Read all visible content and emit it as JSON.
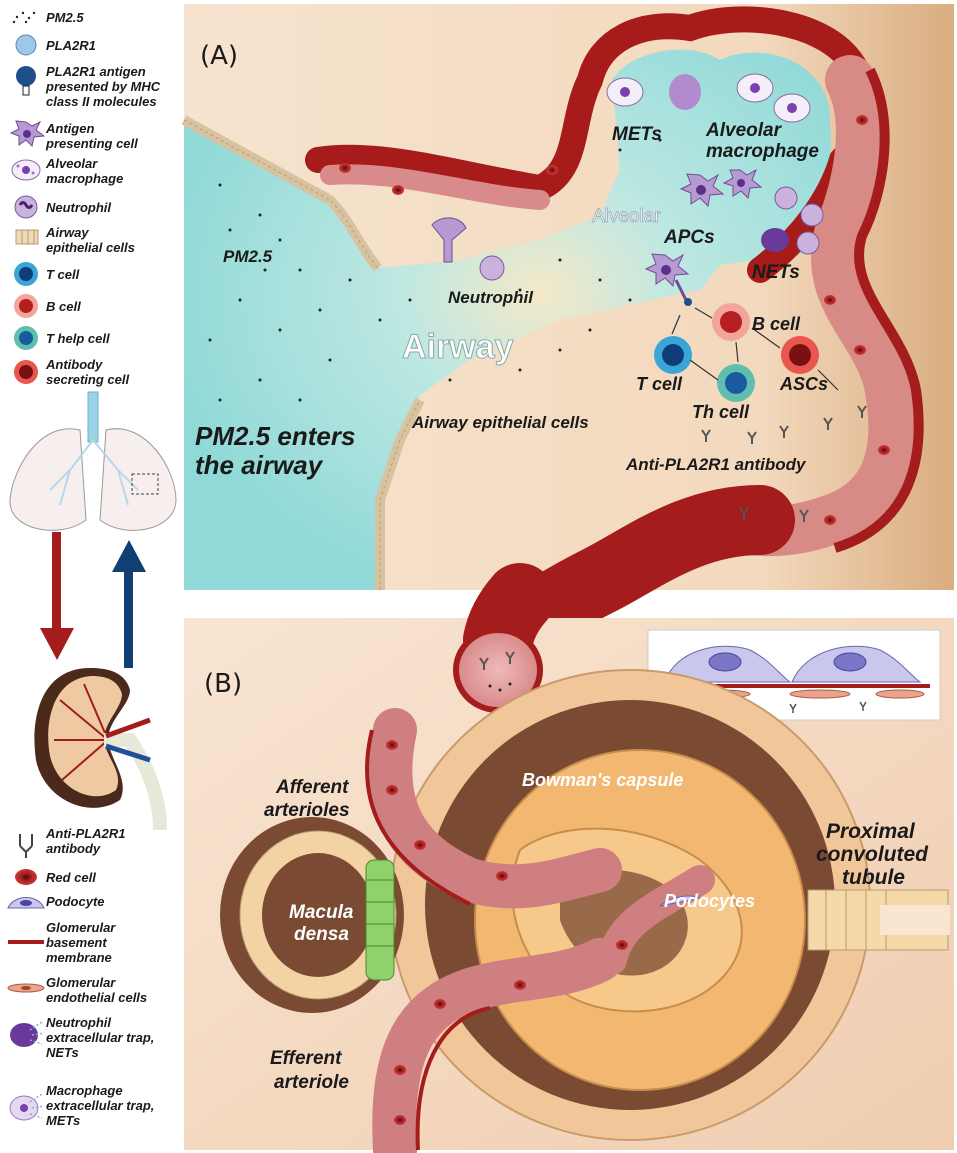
{
  "legend": {
    "items": [
      {
        "label": "PM2.5",
        "icon": "pm25-dots-icon"
      },
      {
        "label": "PLA2R1",
        "icon": "pla2r1-circle-icon"
      },
      {
        "label": "PLA2R1 antigen",
        "label2": "presented by MHC",
        "label3": "class II molecules",
        "icon": "mhc-antigen-icon"
      },
      {
        "label": "Antigen",
        "label2": "presenting cell",
        "icon": "apc-icon"
      },
      {
        "label": "Alveolar",
        "label2": "macrophage",
        "icon": "macrophage-icon"
      },
      {
        "label": "Neutrophil",
        "icon": "neutrophil-icon"
      },
      {
        "label": "Airway",
        "label2": "epithelial cells",
        "icon": "epithelial-icon"
      },
      {
        "label": "T cell",
        "icon": "t-cell-icon"
      },
      {
        "label": "B cell",
        "icon": "b-cell-icon"
      },
      {
        "label": "T help cell",
        "icon": "t-help-cell-icon"
      },
      {
        "label": "Antibody",
        "label2": "secreting cell",
        "icon": "asc-icon"
      }
    ],
    "items_bottom": [
      {
        "label": "Anti-PLA2R1",
        "label2": "antibody",
        "icon": "antibody-icon"
      },
      {
        "label": "Red cell",
        "icon": "red-cell-icon"
      },
      {
        "label": "Podocyte",
        "icon": "podocyte-icon"
      },
      {
        "label": "Glomerular",
        "label2": "basement",
        "label3": "membrane",
        "icon": "gbm-line-icon"
      },
      {
        "label": "Glomerular",
        "label2": "endothelial cells",
        "icon": "endothelial-icon"
      },
      {
        "label": "Neutrophil",
        "label2": "extracellular trap,",
        "label3": "NETs",
        "icon": "nets-icon"
      },
      {
        "label": "Macrophage",
        "label2": "extracellular trap,",
        "label3": "METs",
        "icon": "mets-icon"
      }
    ]
  },
  "panel_a": {
    "tag": "(A)",
    "labels": {
      "pm25": "PM2.5",
      "neutrophil": "Neutrophil",
      "airway": "Airway",
      "pm25_enters_1": "PM2.5 enters",
      "pm25_enters_2": "the airway",
      "airway_epithelial": "Airway epithelial cells",
      "mets": "METs",
      "alveolar_macrophage_1": "Alveolar",
      "alveolar_macrophage_2": "macrophage",
      "alveolar": "Alveolar",
      "apcs": "APCs",
      "nets": "NETs",
      "b_cell": "B cell",
      "t_cell": "T cell",
      "th_cell": "Th cell",
      "ascs": "ASCs",
      "anti_pla2r1": "Anti-PLA2R1 antibody"
    }
  },
  "panel_b": {
    "tag": "(B)",
    "labels": {
      "afferent_1": "Afferent",
      "afferent_2": "arterioles",
      "bowman": "Bowman's capsule",
      "proximal_1": "Proximal",
      "proximal_2": "convoluted",
      "proximal_3": "tubule",
      "macula_1": "Macula",
      "macula_2": "densa",
      "podocytes": "Podocytes",
      "efferent_1": "Efferent",
      "efferent_2": "arteriole"
    }
  },
  "colors": {
    "vessel_red": "#b01d1d",
    "vessel_pink": "#d98a8a",
    "airway_cyan": "#9fdedd",
    "tissue_beige": "#f4dcc3",
    "kidney_brown": "#7a4a33",
    "glomerulus_orange": "#f2b872",
    "arrow_red": "#a51c1c",
    "arrow_blue": "#0f3f73"
  }
}
